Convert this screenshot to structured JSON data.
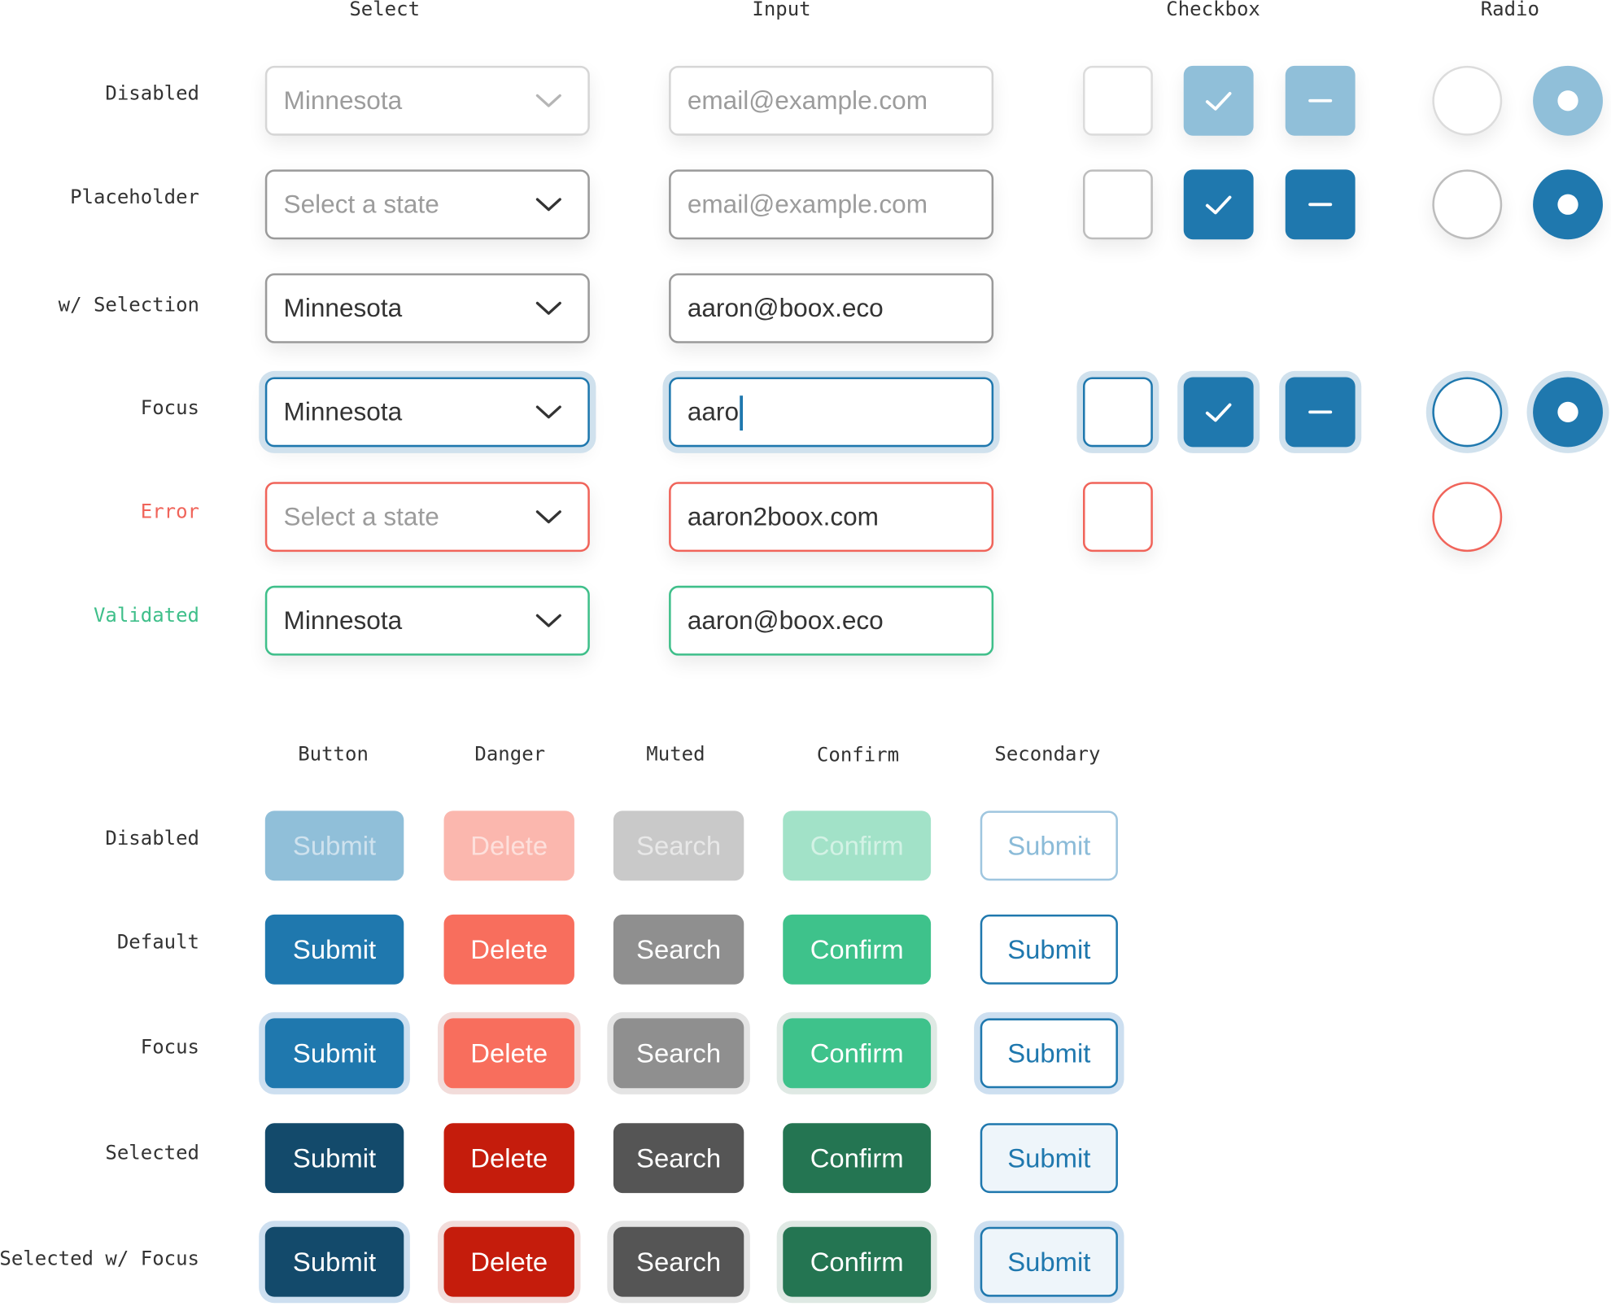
{
  "form_columns": {
    "select": "Select",
    "input": "Input",
    "checkbox": "Checkbox",
    "radio": "Radio"
  },
  "form_rows": {
    "disabled": "Disabled",
    "placeholder": "Placeholder",
    "with_selection": "w/ Selection",
    "focus": "Focus",
    "error": "Error",
    "validated": "Validated"
  },
  "selects": {
    "disabled": "Minnesota",
    "placeholder": "Select a state",
    "with_selection": "Minnesota",
    "focus": "Minnesota",
    "error": "Select a state",
    "validated": "Minnesota"
  },
  "inputs": {
    "disabled": "email@example.com",
    "placeholder": "email@example.com",
    "with_selection": "aaron@boox.eco",
    "focus": "aaro",
    "error": "aaron2boox.com",
    "validated": "aaron@boox.eco"
  },
  "button_columns": {
    "button": "Button",
    "danger": "Danger",
    "muted": "Muted",
    "confirm": "Confirm",
    "secondary": "Secondary"
  },
  "button_rows": {
    "disabled": "Disabled",
    "default": "Default",
    "focus": "Focus",
    "selected": "Selected",
    "selected_focus": "Selected w/ Focus"
  },
  "button_labels": {
    "button": "Submit",
    "danger": "Delete",
    "muted": "Search",
    "confirm": "Confirm",
    "secondary": "Submit"
  },
  "colors": {
    "primary": "#1f78ae",
    "primary_disabled": "#90bfd9",
    "primary_selected": "#134a6b",
    "danger": "#f86e5d",
    "danger_disabled": "#fbb7ae",
    "danger_selected": "#c51c0c",
    "muted": "#8f8f8f",
    "muted_disabled": "#c9c9c9",
    "muted_selected": "#555555",
    "confirm": "#3ec28b",
    "confirm_disabled": "#a2e2c8",
    "confirm_selected": "#247552",
    "error": "#f0645a",
    "validated": "#3fbf8a",
    "focus_ring": "#d0e1ed"
  }
}
